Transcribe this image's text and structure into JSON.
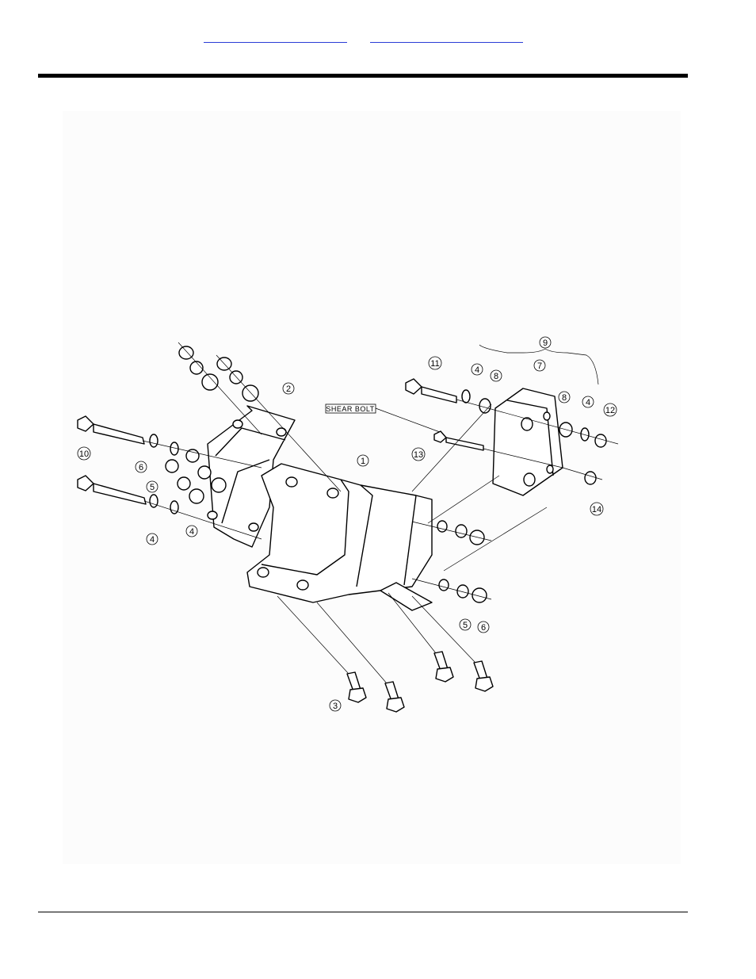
{
  "header": {
    "link_1": "",
    "link_2": ""
  },
  "diagram": {
    "shear_bolt_label": "SHEAR BOLT",
    "callouts": [
      "1",
      "2",
      "3",
      "4",
      "4",
      "4",
      "4",
      "5",
      "5",
      "6",
      "6",
      "7",
      "8",
      "8",
      "9",
      "10",
      "11",
      "12",
      "13",
      "14"
    ]
  }
}
